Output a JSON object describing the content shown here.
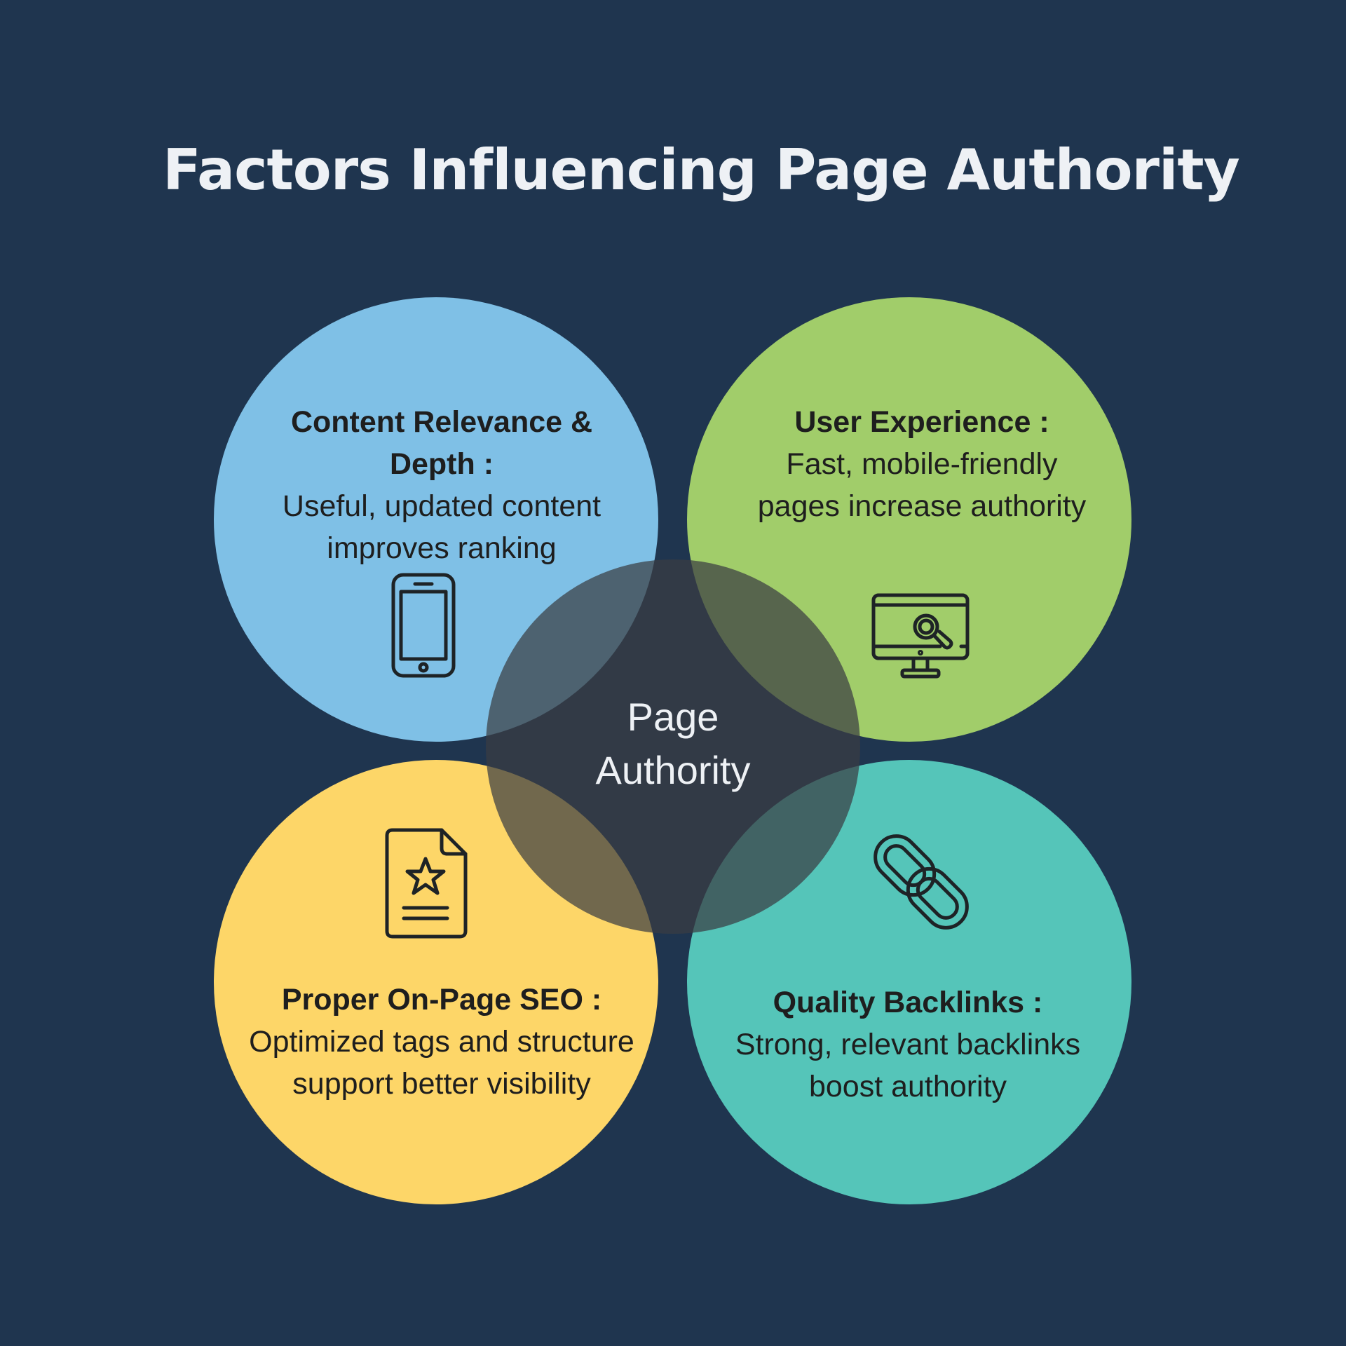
{
  "title": "Factors Influencing Page Authority",
  "colors": {
    "background": "#1f354f",
    "title_text": "#eef1f5",
    "content_relevance": "#7fc0e6",
    "user_experience": "#a1cd6a",
    "on_page_seo": "#fdd668",
    "quality_backlinks": "#55c5b9",
    "center": "#3a3d42"
  },
  "center": {
    "line1": "Page",
    "line2": "Authority"
  },
  "factors": [
    {
      "id": "content_relevance",
      "heading_line1": "Content Relevance &",
      "heading_line2": "Depth :",
      "body_line1": "Useful, updated content",
      "body_line2": "improves ranking",
      "icon": "smartphone-icon"
    },
    {
      "id": "user_experience",
      "heading_line1": "User Experience :",
      "body_line1": "Fast, mobile-friendly",
      "body_line2": "pages increase authority",
      "icon": "monitor-search-icon"
    },
    {
      "id": "on_page_seo",
      "heading_line1": "Proper On-Page SEO :",
      "body_line1": "Optimized tags and structure",
      "body_line2": "support better visibility",
      "icon": "document-star-icon"
    },
    {
      "id": "quality_backlinks",
      "heading_line1": "Quality Backlinks :",
      "body_line1": "Strong, relevant backlinks",
      "body_line2": "boost authority",
      "icon": "chain-link-icon"
    }
  ]
}
